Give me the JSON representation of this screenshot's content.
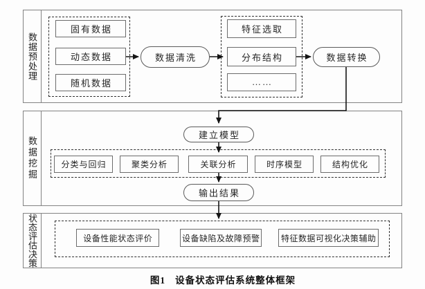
{
  "figure": {
    "caption_prefix": "图1",
    "caption_title": "设备状态评估系统整体框架"
  },
  "sections": {
    "preprocess": {
      "label": "数据预处理",
      "input_group": {
        "items": [
          "固有数据",
          "动态数据",
          "随机数据"
        ]
      },
      "clean": "数据清洗",
      "feature_group": {
        "items": [
          "特征选取",
          "分布结构",
          "……"
        ]
      },
      "transform": "数据转换"
    },
    "mining": {
      "label": "数据挖掘",
      "build_model": "建立模型",
      "methods": [
        "分类与回归",
        "聚类分析",
        "关联分析",
        "时序模型",
        "结构优化"
      ],
      "output": "输出结果"
    },
    "decision": {
      "label": "状态评估决策",
      "items": [
        "设备性能状态评价",
        "设备缺陷及故障预警",
        "特征数据可视化决策辅助"
      ]
    }
  },
  "colors": {
    "background": "#fdfdfd",
    "outer_border": "#828282",
    "box_border": "#6b6b6b",
    "dashed_border": "#2e2e2e",
    "arrow": "#151515",
    "text": "#1f1f1f"
  }
}
